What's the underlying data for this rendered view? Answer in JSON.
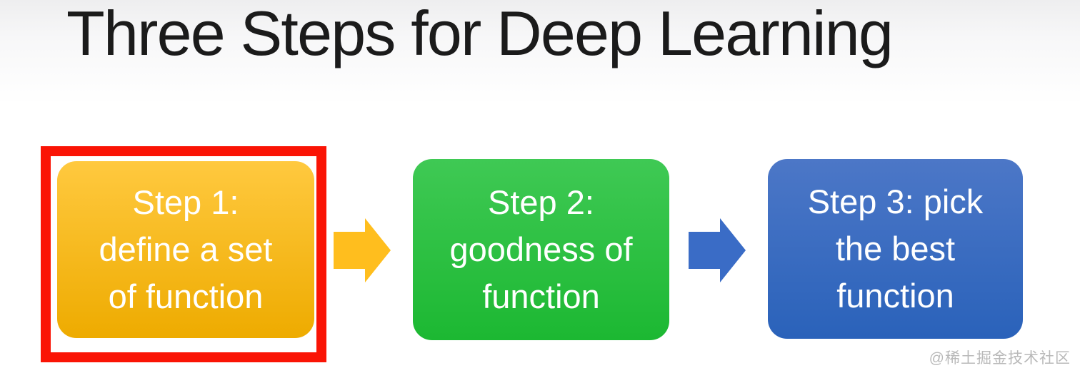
{
  "slide": {
    "title": "Three Steps for Deep Learning",
    "watermark": "@稀土掘金技术社区"
  },
  "steps": [
    {
      "name": "step-1",
      "lines": [
        "Step 1:",
        "define a set",
        "of function"
      ],
      "highlighted": true,
      "gradient_top": "#ffc93f",
      "gradient_bottom": "#eeab00"
    },
    {
      "name": "step-2",
      "lines": [
        "Step 2:",
        "goodness of",
        "function"
      ],
      "highlighted": false,
      "gradient_top": "#3fc954",
      "gradient_bottom": "#1cb832"
    },
    {
      "name": "step-3",
      "lines": [
        "Step 3: pick",
        "the best",
        "function"
      ],
      "highlighted": false,
      "gradient_top": "#4c77c7",
      "gradient_bottom": "#2a62ba"
    }
  ],
  "arrows": [
    {
      "name": "arrow-step1-to-step2",
      "color": "#ffbe1e"
    },
    {
      "name": "arrow-step2-to-step3",
      "color": "#3a6cc6"
    }
  ],
  "highlight": {
    "color": "#fa1405"
  }
}
